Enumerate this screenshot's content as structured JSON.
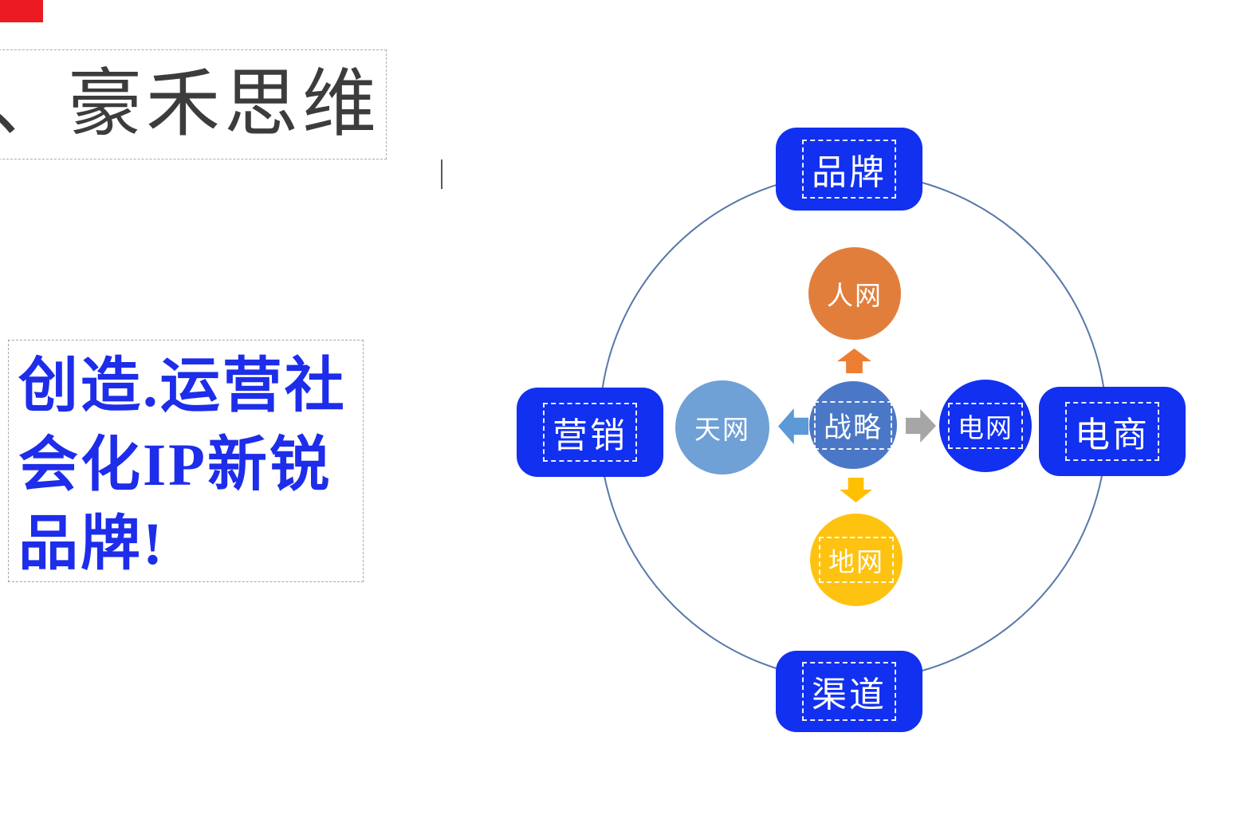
{
  "slide": {
    "corner_accent": {
      "color": "#EC1B23"
    },
    "title": {
      "text": "、豪禾思维",
      "color": "#3C3C3C"
    },
    "tagline": {
      "lines": [
        "创造.运营社",
        "会化IP新锐",
        "品牌!"
      ],
      "color": "#1D2DE9"
    }
  },
  "diagram": {
    "outer_ring_color": "#5878A8",
    "box_color": "#1230F0",
    "label_boxes": [
      {
        "id": "top",
        "label": "品牌"
      },
      {
        "id": "left",
        "label": "营销"
      },
      {
        "id": "right",
        "label": "电商"
      },
      {
        "id": "bottom",
        "label": "渠道"
      }
    ],
    "nodes": [
      {
        "id": "center",
        "label": "战略",
        "color": "#4B77C7",
        "text_selected": true
      },
      {
        "id": "top",
        "label": "人网",
        "color": "#E27E3B",
        "text_selected": false
      },
      {
        "id": "left",
        "label": "天网",
        "color": "#6FA0D6",
        "text_selected": false
      },
      {
        "id": "right",
        "label": "电网",
        "color": "#1230F0",
        "text_selected": true
      },
      {
        "id": "bottom",
        "label": "地网",
        "color": "#FEC211",
        "text_selected": true
      }
    ],
    "arrows": [
      {
        "direction": "up",
        "color": "#ED7D31"
      },
      {
        "direction": "down",
        "color": "#FFC000"
      },
      {
        "direction": "left",
        "color": "#5C99D6"
      },
      {
        "direction": "right",
        "color": "#A6A6A6"
      }
    ]
  }
}
